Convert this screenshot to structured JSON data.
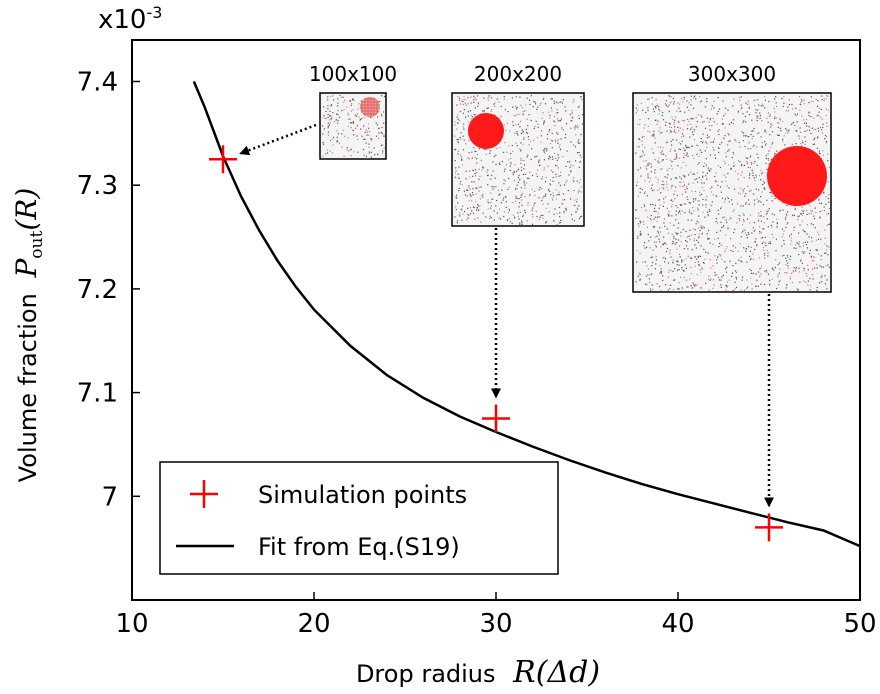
{
  "chart_data": {
    "type": "scatter",
    "xlabel_text": "Drop radius",
    "xlabel_math": "R(Δd)",
    "ylabel_text": "Volume fraction",
    "ylabel_math_main": "P",
    "ylabel_math_sub": "out",
    "ylabel_math_arg": "(R)",
    "y_multiplier": "x10",
    "y_multiplier_exp": "-3",
    "xlim": [
      10,
      50
    ],
    "ylim": [
      6.9,
      7.44
    ],
    "x_ticks": [
      10,
      20,
      30,
      40,
      50
    ],
    "x_tick_labels": [
      "10",
      "20",
      "30",
      "40",
      "50"
    ],
    "y_ticks": [
      7.0,
      7.1,
      7.2,
      7.3,
      7.4
    ],
    "y_tick_labels": [
      "7",
      "7.1",
      "7.2",
      "7.3",
      "7.4"
    ],
    "grid": false,
    "legend_placement": "lower-left",
    "series": [
      {
        "name": "Simulation points",
        "kind": "scatter",
        "marker": "plus",
        "color": "#ff0000",
        "x": [
          15,
          30,
          45
        ],
        "y": [
          7.325,
          7.075,
          6.97
        ]
      },
      {
        "name": "Fit from Eq.(S19)",
        "kind": "line",
        "color": "#000000",
        "x": [
          13.4,
          14,
          15,
          16,
          17,
          18,
          19,
          20,
          22,
          24,
          26,
          28,
          30,
          32,
          34,
          36,
          38,
          40,
          42,
          44,
          46,
          48,
          50
        ],
        "y": [
          7.4,
          7.375,
          7.328,
          7.289,
          7.256,
          7.227,
          7.202,
          7.18,
          7.145,
          7.117,
          7.095,
          7.077,
          7.062,
          7.048,
          7.035,
          7.023,
          7.012,
          7.002,
          6.993,
          6.984,
          6.975,
          6.967,
          6.952
        ]
      }
    ],
    "insets": [
      {
        "title": "100x100",
        "drop": "small",
        "points_to": {
          "x": 15,
          "y": 7.325
        }
      },
      {
        "title": "200x200",
        "drop": "medium",
        "points_to": {
          "x": 30,
          "y": 7.075
        }
      },
      {
        "title": "300x300",
        "drop": "large",
        "points_to": {
          "x": 45,
          "y": 6.97
        }
      }
    ]
  }
}
